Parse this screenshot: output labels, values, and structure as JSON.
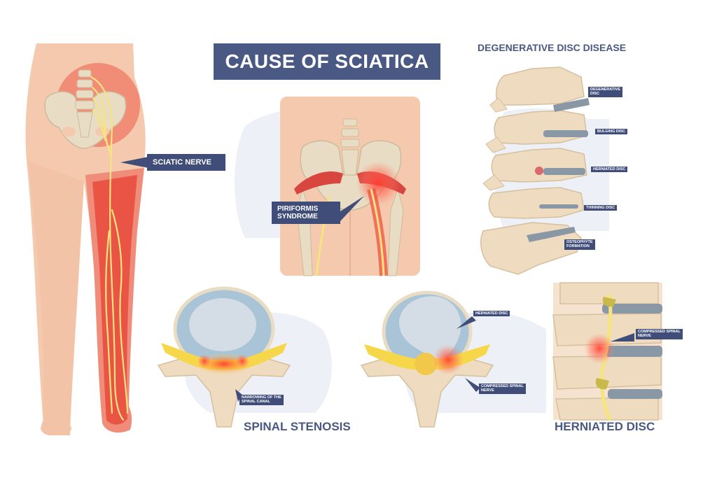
{
  "title": "CAUSE OF SCIATICA",
  "labels": {
    "sciatic_nerve": "SCIATIC NERVE",
    "piriformis_line1": "PIRIFORMIS",
    "piriformis_line2": "SYNDROME"
  },
  "degenerative": {
    "heading": "DEGENERATIVE DISC DISEASE",
    "degenerative_line1": "DEGENERATIVE",
    "degenerative_line2": "DISC",
    "bulging": "BULGING DISC",
    "herniated": "HERNIATED DISC",
    "thinning": "THINNING DISC",
    "osteophyte_line1": "OSTEOPHYTE",
    "osteophyte_line2": "FORMATION"
  },
  "stenosis": {
    "heading": "SPINAL STENOSIS",
    "narrowing_line1": "NARROWING OF THE",
    "narrowing_line2": "SPINAL CANAL"
  },
  "herniated": {
    "heading": "HERNIATED DISC",
    "herniated_label": "HERNIATED DISC",
    "compressed_line1": "COMPRESSED SPINAL",
    "compressed_line2": "NERVE",
    "side_compressed_line1": "COMPRESSED SPINAL",
    "side_compressed_line2": "NERVE"
  },
  "colors": {
    "label_bg": "#3f4d78",
    "skin": "#f4c9ae",
    "bone": "#efdcc0",
    "nerve": "#f2e27a",
    "inflammation": "#e8443a",
    "disc": "#8a98a6",
    "backdrop": "#eef0f8"
  }
}
